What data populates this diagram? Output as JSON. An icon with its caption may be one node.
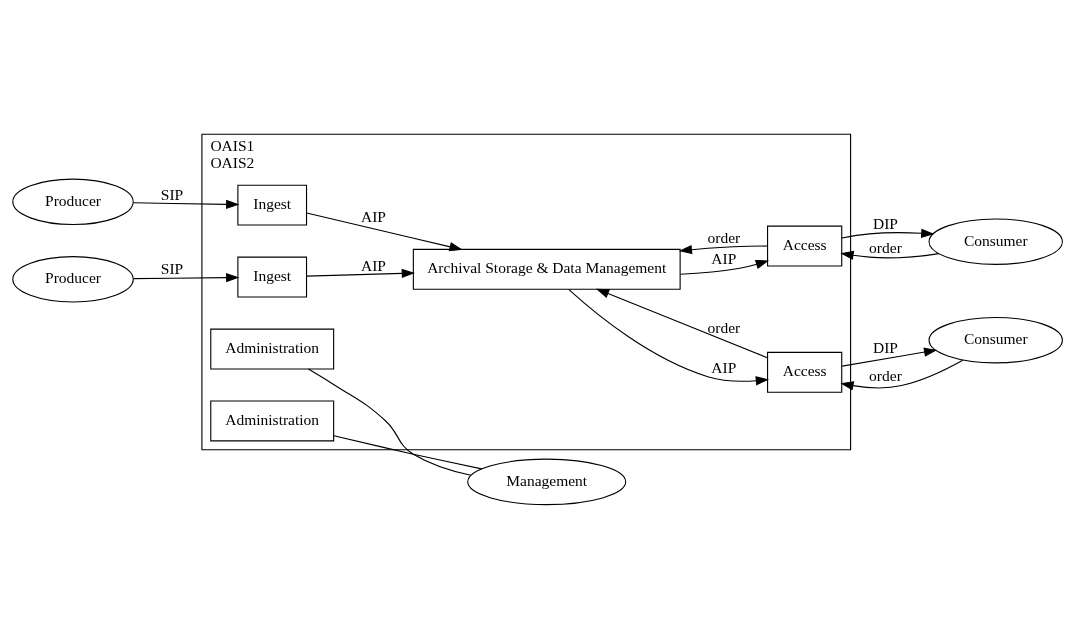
{
  "diagram": {
    "nodes": [
      {
        "text": [
          "OAIS1",
          "OAIS2"
        ]
      },
      {
        "text": [
          "Management"
        ]
      },
      {
        "text": [
          "Administration"
        ],
        "in": 0
      },
      {
        "text": [
          "Producer"
        ]
      },
      {
        "text": [
          "Ingest"
        ],
        "in": 0
      },
      {
        "text": [
          "Archival Storage & Data Management"
        ],
        "in": 0
      },
      {
        "text": [
          "Access"
        ],
        "in": 0
      },
      {
        "text": [
          "Consumer"
        ]
      },
      {
        "text": [
          "Producer"
        ]
      },
      {
        "text": [
          "Ingest"
        ],
        "in": 0
      },
      {
        "text": [
          "Access"
        ],
        "in": 0
      },
      {
        "text": [
          "Consumer"
        ]
      },
      {
        "text": [
          "Administration"
        ],
        "in": 0
      }
    ],
    "edges": [
      {
        "from": 1,
        "to": 2,
        "arrow": "none"
      },
      {
        "from": 3,
        "to": 4,
        "arrow": "to",
        "label": "SIP"
      },
      {
        "from": 4,
        "to": 5,
        "arrow": "to",
        "label": "AIP"
      },
      {
        "from": 5,
        "to": 6,
        "arrow": "to",
        "label": "AIP"
      },
      {
        "from": 6,
        "to": 5,
        "arrow": "to",
        "label": "order"
      },
      {
        "from": 6,
        "to": 7,
        "arrow": "to",
        "label": "DIP"
      },
      {
        "from": 7,
        "to": 6,
        "arrow": "to",
        "label": "order"
      },
      {
        "from": 8,
        "to": 9,
        "arrow": "to",
        "label": "SIP"
      },
      {
        "from": 9,
        "to": 5,
        "arrow": "to",
        "label": "AIP"
      },
      {
        "from": 5,
        "to": 10,
        "arrow": "to",
        "label": "AIP"
      },
      {
        "from": 10,
        "to": 5,
        "arrow": "to",
        "label": "order"
      },
      {
        "from": 10,
        "to": 11,
        "arrow": "to",
        "label": "DIP"
      },
      {
        "from": 11,
        "to": 10,
        "arrow": "to",
        "label": "order"
      },
      {
        "from": 12,
        "to": 1,
        "arrow": "none"
      }
    ]
  }
}
